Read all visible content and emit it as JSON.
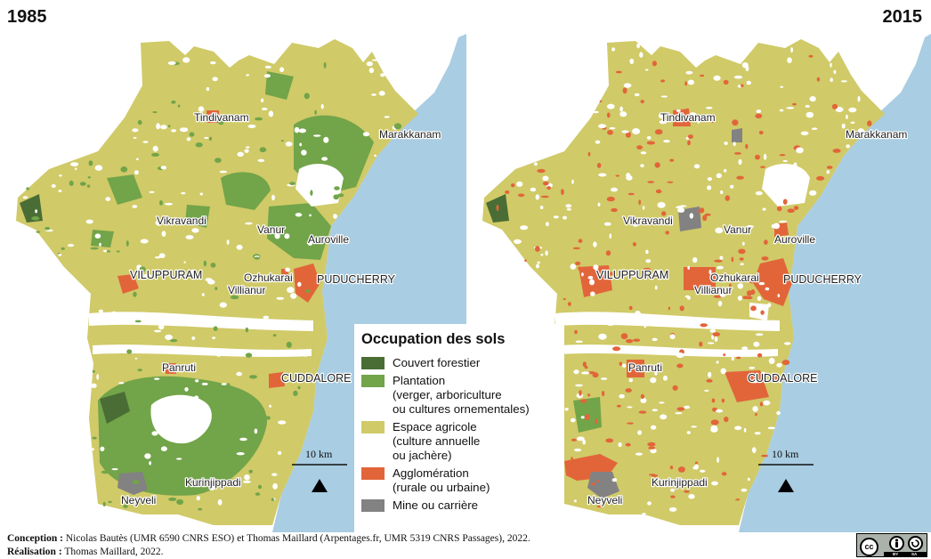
{
  "years": {
    "left": "1985",
    "right": "2015"
  },
  "colors": {
    "sea": "#a9cde2",
    "agriculture": "#d0ca68",
    "forest": "#4a6d35",
    "plantation": "#72a449",
    "urban": "#e2653a",
    "mine": "#828282",
    "white": "#ffffff"
  },
  "places": {
    "tindivanam": "Tindivanam",
    "marakkanam": "Marakkanam",
    "vikravandi": "Vikravandi",
    "vanur": "Vanur",
    "auroville": "Auroville",
    "viluppuram": "VILUPPURAM",
    "ozhukarai": "Ozhukarai",
    "puducherry": "PUDUCHERRY",
    "villianur": "Villianur",
    "panruti": "Panruti",
    "cuddalore": "CUDDALORE",
    "kurinjippadi": "Kurinjippadi",
    "neyveli": "Neyveli"
  },
  "scale": {
    "label": "10 km",
    "north_icon": "north-arrow-icon"
  },
  "legend": {
    "title": "Occupation des sols",
    "items": [
      {
        "lines": [
          "Couvert forestier"
        ],
        "color": "#4a6d35"
      },
      {
        "lines": [
          "Plantation",
          "(verger, arboriculture",
          "ou cultures ornementales)"
        ],
        "color": "#72a449"
      },
      {
        "lines": [
          "Espace agricole",
          "(culture annuelle",
          "ou jachère)"
        ],
        "color": "#d0ca68"
      },
      {
        "lines": [
          "Agglomération",
          "(rurale ou urbaine)"
        ],
        "color": "#e2653a"
      },
      {
        "lines": [
          "Mine ou carrière"
        ],
        "color": "#828282"
      }
    ]
  },
  "credits": {
    "conception_label": "Conception :",
    "conception_text": " Nicolas Bautès (UMR 6590 CNRS ESO) et Thomas Maillard (Arpentages.fr, UMR 5319 CNRS Passages), 2022.",
    "realisation_label": "Réalisation :",
    "realisation_text": " Thomas Maillard, 2022."
  },
  "license": {
    "cc": "cc",
    "by": "BY",
    "sa": "SA"
  }
}
